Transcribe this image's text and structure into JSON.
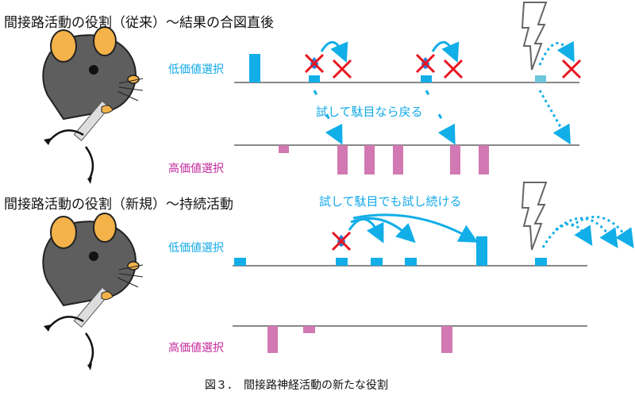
{
  "top": {
    "title": "間接路活動の役割（従来）〜結果の合図直後",
    "low_label": "低価値選択",
    "high_label": "高価値選択",
    "note": "試して駄目なら戻る"
  },
  "bottom": {
    "title": "間接路活動の役割（新規）〜持続活動",
    "low_label": "低価値選択",
    "high_label": "高価値選択",
    "note": "試して駄目でも試し続ける"
  },
  "caption": "図３．　間接路神経活動の新たな役割",
  "colors": {
    "low": "#12aee8",
    "high": "#d278b2",
    "cross": "#e8141e",
    "line": "#888888"
  }
}
